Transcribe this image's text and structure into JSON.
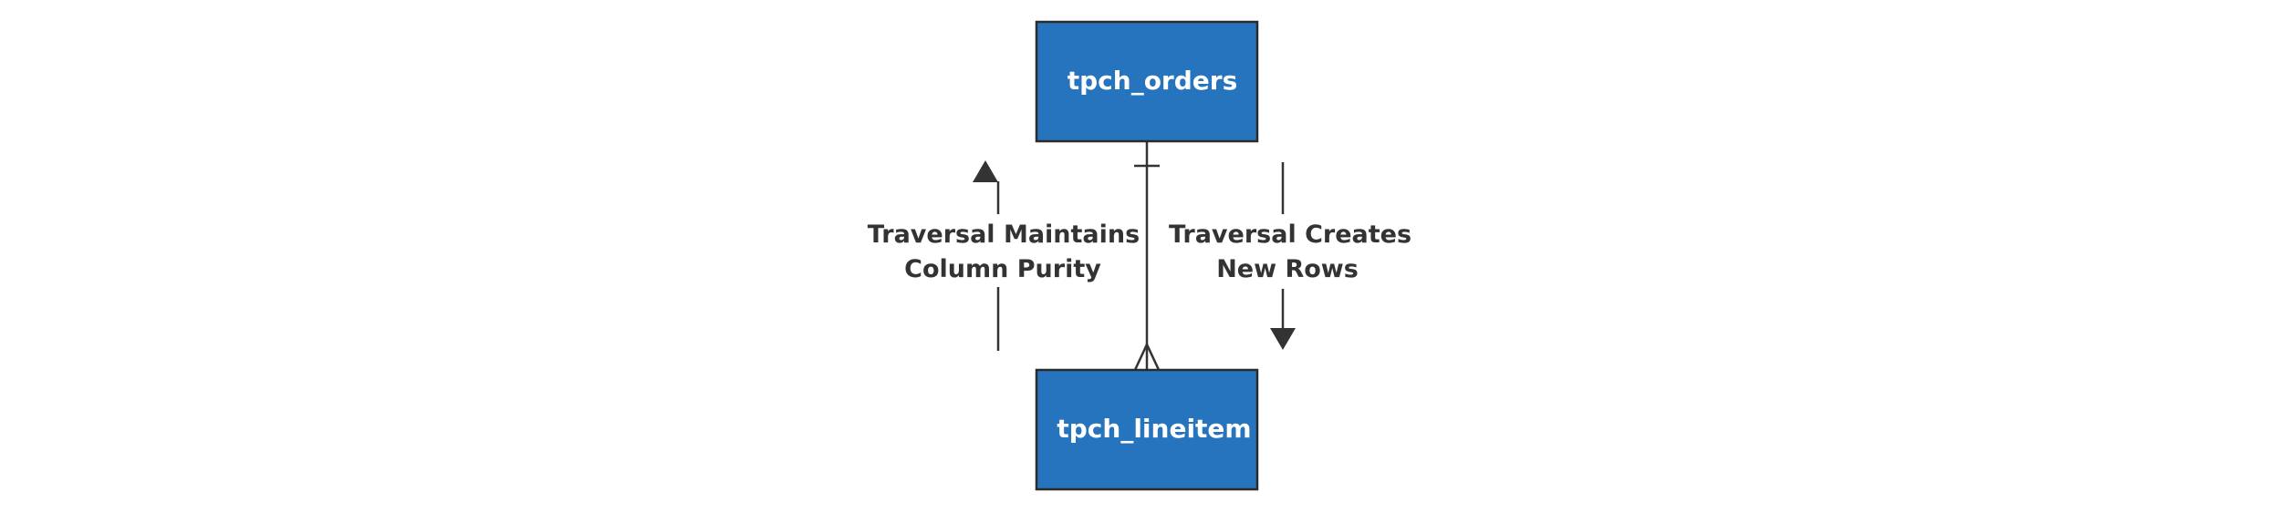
{
  "entities": {
    "top": {
      "name": "tpch_orders"
    },
    "bottom": {
      "name": "tpch_lineitem"
    }
  },
  "annotations": {
    "left": {
      "line1": "Traversal Maintains",
      "line2": "Column Purity",
      "direction": "up"
    },
    "right": {
      "line1": "Traversal Creates",
      "line2": "New Rows",
      "direction": "down"
    }
  },
  "relationship": {
    "from_cardinality": "one",
    "to_cardinality": "many"
  },
  "colors": {
    "entity_fill": "#2674be",
    "entity_border": "#2b2b2b",
    "line": "#333333",
    "text_dark": "#333333",
    "text_light": "#ffffff"
  }
}
